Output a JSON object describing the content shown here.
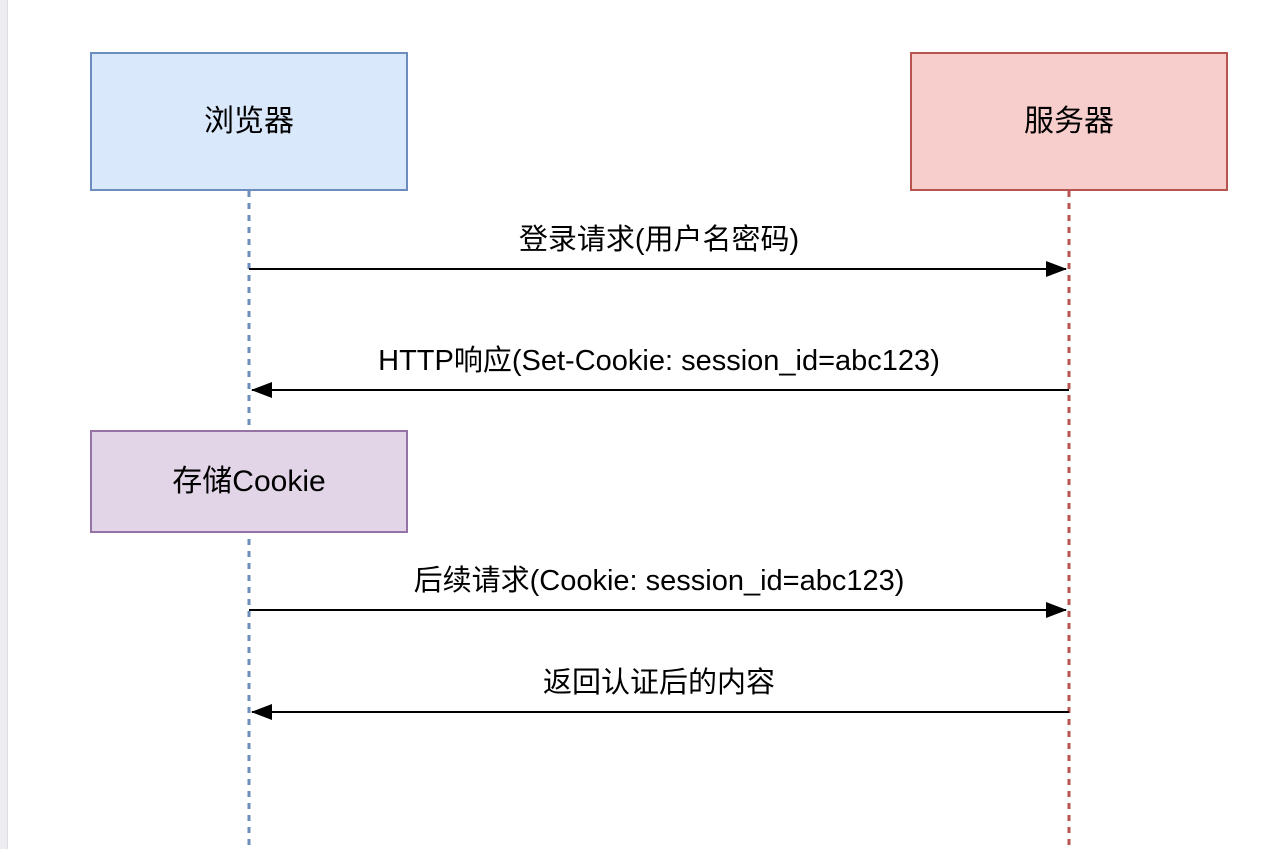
{
  "diagram": {
    "type": "sequence-diagram",
    "topic": "Cookie / Session authentication flow",
    "actors": [
      {
        "id": "browser",
        "label": "浏览器",
        "fill": "#dae8fc",
        "border": "#6c8ebf",
        "lifeline_color": "#6c8ebf"
      },
      {
        "id": "server",
        "label": "服务器",
        "fill": "#f8cecc",
        "border": "#b85450",
        "lifeline_color": "#b85450"
      }
    ],
    "note": {
      "label": "存储Cookie",
      "on_actor": "browser",
      "fill": "#e1d5e7",
      "border": "#9673a6"
    },
    "messages": [
      {
        "from": "browser",
        "to": "server",
        "direction": "right",
        "label": "登录请求(用户名密码)"
      },
      {
        "from": "server",
        "to": "browser",
        "direction": "left",
        "label": "HTTP响应(Set-Cookie: session_id=abc123)"
      },
      {
        "from": "browser",
        "to": "server",
        "direction": "right",
        "label": "后续请求(Cookie: session_id=abc123)"
      },
      {
        "from": "server",
        "to": "browser",
        "direction": "left",
        "label": "返回认证后的内容"
      }
    ],
    "arrow_color": "#000000",
    "background": "#ffffff"
  }
}
